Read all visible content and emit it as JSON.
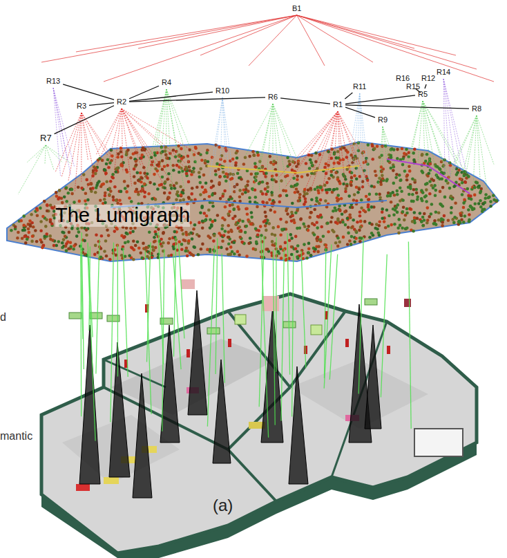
{
  "diagram": {
    "nodes": [
      {
        "text": [
          "B1"
        ]
      },
      {
        "text": [
          "R14"
        ]
      },
      {
        "text": [
          "R16"
        ]
      },
      {
        "text": [
          "R12"
        ]
      },
      {
        "text": [
          "R13"
        ]
      },
      {
        "text": [
          "R4"
        ]
      },
      {
        "text": [
          "R15"
        ]
      },
      {
        "text": [
          "R11"
        ]
      },
      {
        "text": [
          "R10"
        ]
      },
      {
        "text": [
          "R5"
        ]
      },
      {
        "text": [
          "R6"
        ]
      },
      {
        "text": [
          "R2"
        ]
      },
      {
        "text": [
          "R1"
        ]
      },
      {
        "text": [
          "R3"
        ]
      },
      {
        "text": [
          "R8"
        ]
      },
      {
        "text": [
          "R9"
        ]
      },
      {
        "text": [
          "R7"
        ]
      }
    ],
    "edges": [
      {
        "from": 11,
        "to": 4,
        "arrow": "none"
      },
      {
        "from": 11,
        "to": 13,
        "arrow": "none"
      },
      {
        "from": 11,
        "to": 5,
        "arrow": "none"
      },
      {
        "from": 11,
        "to": 8,
        "arrow": "none"
      },
      {
        "from": 11,
        "to": 16,
        "arrow": "none"
      },
      {
        "from": 11,
        "to": 10,
        "arrow": "none"
      },
      {
        "from": 10,
        "to": 12,
        "arrow": "none"
      },
      {
        "from": 12,
        "to": 7,
        "arrow": "none"
      },
      {
        "from": 12,
        "to": 9,
        "arrow": "none"
      },
      {
        "from": 12,
        "to": 15,
        "arrow": "none"
      },
      {
        "from": 12,
        "to": 14,
        "arrow": "none"
      },
      {
        "from": 9,
        "to": 6,
        "arrow": "none"
      },
      {
        "from": 9,
        "to": 3,
        "arrow": "none"
      }
    ],
    "labels": [
      "The Lumigraph",
      "(a)",
      "d",
      "mantic"
    ]
  }
}
